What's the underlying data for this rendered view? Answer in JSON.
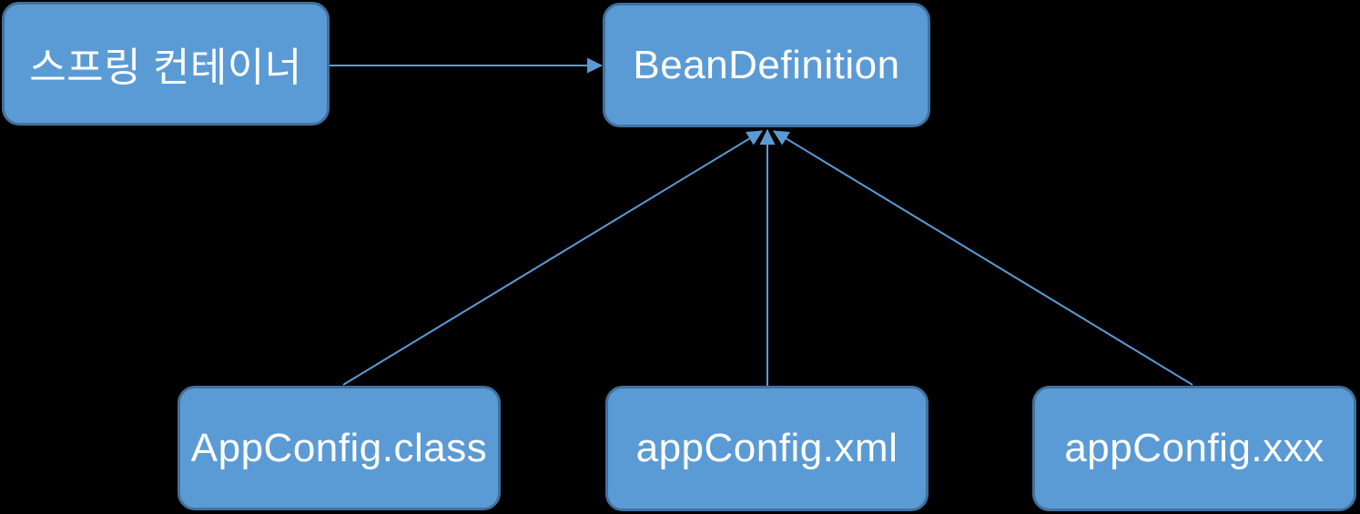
{
  "diagram": {
    "title": "Spring container BeanDefinition sources",
    "nodes": {
      "spring_container": {
        "label": "스프링 컨테이너"
      },
      "bean_definition": {
        "label": "BeanDefinition"
      },
      "app_config_class": {
        "label": "AppConfig.class"
      },
      "app_config_xml": {
        "label": "appConfig.xml"
      },
      "app_config_xxx": {
        "label": "appConfig.xxx"
      }
    },
    "edges": [
      {
        "from": "spring_container",
        "to": "bean_definition",
        "style": "arrow"
      },
      {
        "from": "app_config_class",
        "to": "bean_definition",
        "style": "arrow"
      },
      {
        "from": "app_config_xml",
        "to": "bean_definition",
        "style": "arrow"
      },
      {
        "from": "app_config_xxx",
        "to": "bean_definition",
        "style": "arrow"
      }
    ],
    "colors": {
      "background": "#000000",
      "node_fill": "#5B9BD5",
      "node_border": "#41719C",
      "connector": "#5B9BD5",
      "text": "#FFFFFF"
    }
  }
}
